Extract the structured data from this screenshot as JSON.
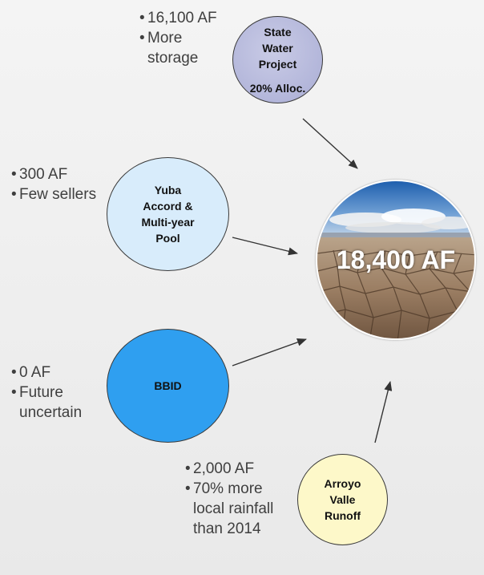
{
  "center": {
    "label": "18,400 AF"
  },
  "sources": {
    "state_water_project": {
      "name_lines": [
        "State",
        "Water",
        "Project"
      ],
      "allocation": "20% Alloc.",
      "bullets": [
        "16,100 AF",
        "More storage"
      ]
    },
    "yuba": {
      "name_lines": [
        "Yuba",
        "Accord &",
        "Multi-year",
        "Pool"
      ],
      "bullets": [
        "300 AF",
        "Few sellers"
      ]
    },
    "bbid": {
      "name_lines": [
        "BBID"
      ],
      "bullets": [
        "0 AF",
        "Future uncertain"
      ]
    },
    "arroyo_valle": {
      "name_lines": [
        "Arroyo",
        "Valle",
        "Runoff"
      ],
      "bullets": [
        "2,000 AF",
        "70% more local rainfall than 2014"
      ]
    }
  },
  "colors": {
    "state_water_project": "#b3b6da",
    "yuba": "#d8ecfb",
    "bbid": "#2f9ff0",
    "arroyo_valle": "#fdf8c9",
    "arrow": "#333333"
  },
  "icons": {
    "center_background": "cracked-dry-earth-image"
  }
}
